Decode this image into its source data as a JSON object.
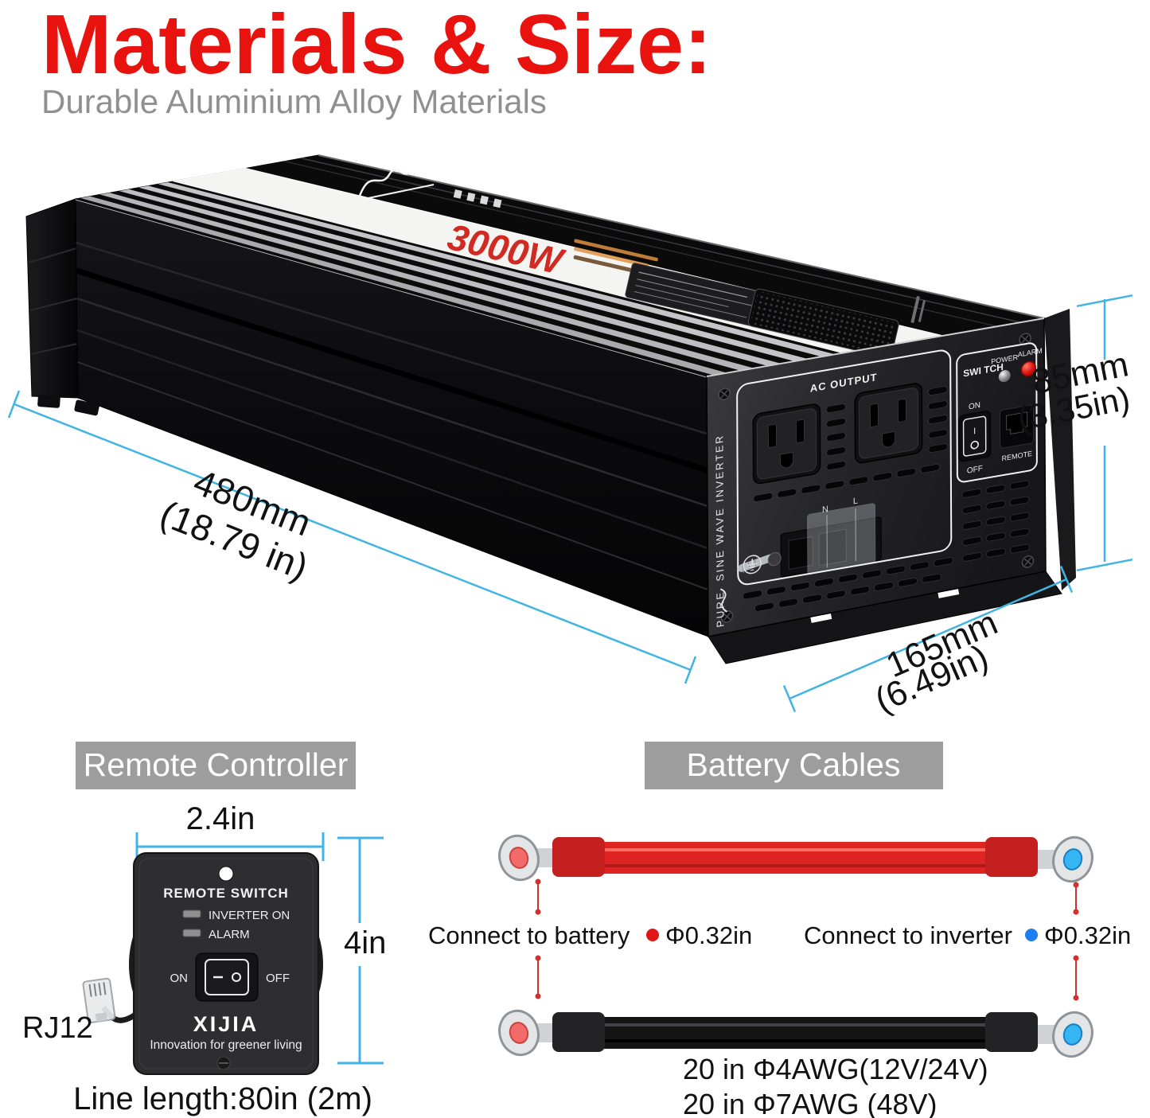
{
  "header": {
    "title": "Materials & Size:",
    "subtitle": "Durable Aluminium Alloy Materials"
  },
  "inverter": {
    "power": "3000W",
    "front": {
      "ac_output": "AC OUTPUT",
      "n": "N",
      "l": "L",
      "switch": "SWI TCH",
      "switch_i": "I",
      "power": "POWER",
      "alarm": "ALARM",
      "on": "ON",
      "off": "OFF",
      "remote": "REMOTE",
      "side_text": "SINE WAVE INVERTER",
      "side_text2": "PURE"
    },
    "dimensions": {
      "height_mm": "85mm",
      "height_in": "(3.35in)",
      "length_mm": "480mm",
      "length_in": "(18.79 in)",
      "depth_mm": "165mm",
      "depth_in": "(6.49in)"
    }
  },
  "remote_section": {
    "banner": "Remote Controller",
    "width": "2.4in",
    "height": "4in",
    "connector": "RJ12",
    "device": {
      "title": "REMOTE SWITCH",
      "led_on": "INVERTER ON",
      "led_alarm": "ALARM",
      "on": "ON",
      "off": "OFF",
      "brand": "XIJIA",
      "slogan": "Innovation for greener living"
    },
    "line_length": "Line length:80in (2m)"
  },
  "cables_section": {
    "banner": "Battery Cables",
    "battery_label": "Connect to battery",
    "battery_dia": "Φ0.32in",
    "inverter_label": "Connect to inverter",
    "inverter_dia": "Φ0.32in",
    "spec_line1": "20 in Φ4AWG(12V/24V)",
    "spec_line2": "20 in Φ7AWG (48V)"
  },
  "colors": {
    "title_red": "#e8120f",
    "subtitle_gray": "#909090",
    "dimension_blue": "#41b4e4",
    "banner_gray": "#9d9d9d",
    "power_red": "#d02a22",
    "accent_orange": "#dd9040",
    "cable_red": "#e02424",
    "terminal_hole_red": "#f26a6a",
    "terminal_hole_blue": "#35b5f2"
  }
}
